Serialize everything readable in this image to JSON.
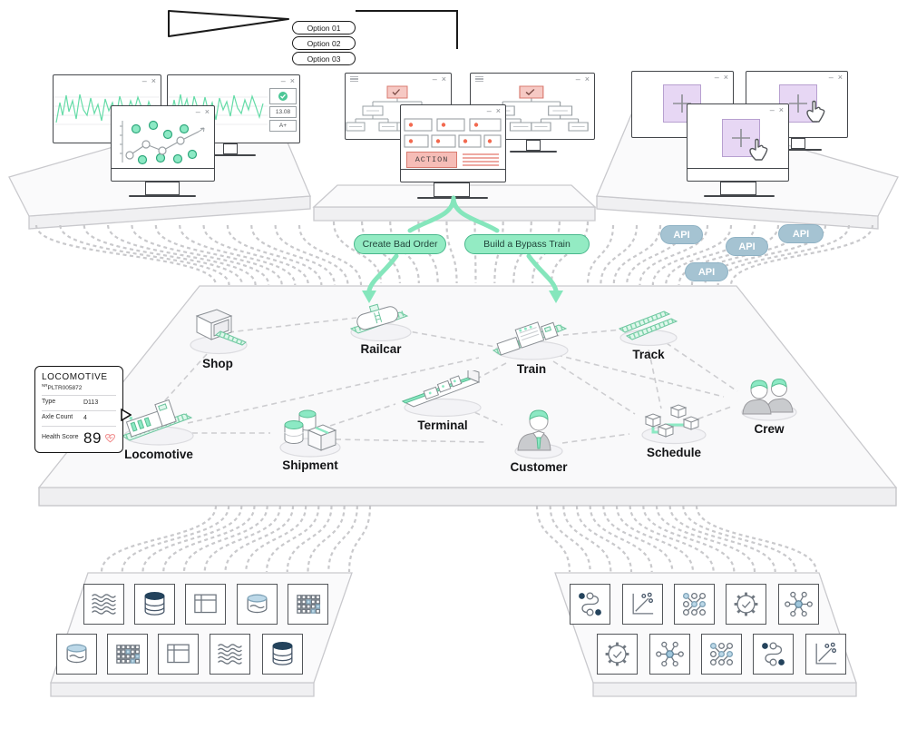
{
  "menu": {
    "options": [
      "Option 01",
      "Option 02",
      "Option 03"
    ]
  },
  "window_controls": {
    "minimize": "–",
    "close": "×"
  },
  "workstation_left": {
    "metric_time": "13.08",
    "metric_grade": "A+"
  },
  "workstation_center": {
    "action_button": "ACTION"
  },
  "action_pills": {
    "left": "Create Bad Order",
    "right": "Build a Bypass Train"
  },
  "api_pill_label": "API",
  "ontology": {
    "entities": [
      {
        "label": "Shop"
      },
      {
        "label": "Railcar"
      },
      {
        "label": "Train"
      },
      {
        "label": "Track"
      },
      {
        "label": "Locomotive"
      },
      {
        "label": "Shipment"
      },
      {
        "label": "Terminal"
      },
      {
        "label": "Customer"
      },
      {
        "label": "Schedule"
      },
      {
        "label": "Crew"
      }
    ]
  },
  "detail_card": {
    "title": "LOCOMOTIVE",
    "id_prefix": "NR",
    "id_number": "PLTR005872",
    "fields": [
      {
        "label": "Type",
        "value": "D113"
      },
      {
        "label": "Axle Count",
        "value": "4"
      },
      {
        "label": "Health Score",
        "value": "89"
      }
    ]
  },
  "data_sources": {
    "tiles_row1": [
      "data-stream",
      "database",
      "table",
      "raw-bucket",
      "pixel-grid"
    ],
    "tiles_row2": [
      "raw-bucket",
      "pixel-grid",
      "table",
      "data-stream",
      "database"
    ]
  },
  "models": {
    "tiles_row1": [
      "pipeline",
      "regression",
      "neural-net",
      "automation-gear",
      "model-hub"
    ],
    "tiles_row2": [
      "automation-gear",
      "model-hub",
      "neural-net",
      "pipeline",
      "regression"
    ]
  },
  "colors": {
    "accent_green": "#93EBC3",
    "api_blue": "#A5C3D2",
    "purple": "#E7D7F4",
    "alert_pink": "#F6BDB7",
    "alert_red": "#F2694F",
    "navy": "#24435C",
    "light_blue": "#BCD8E8"
  }
}
